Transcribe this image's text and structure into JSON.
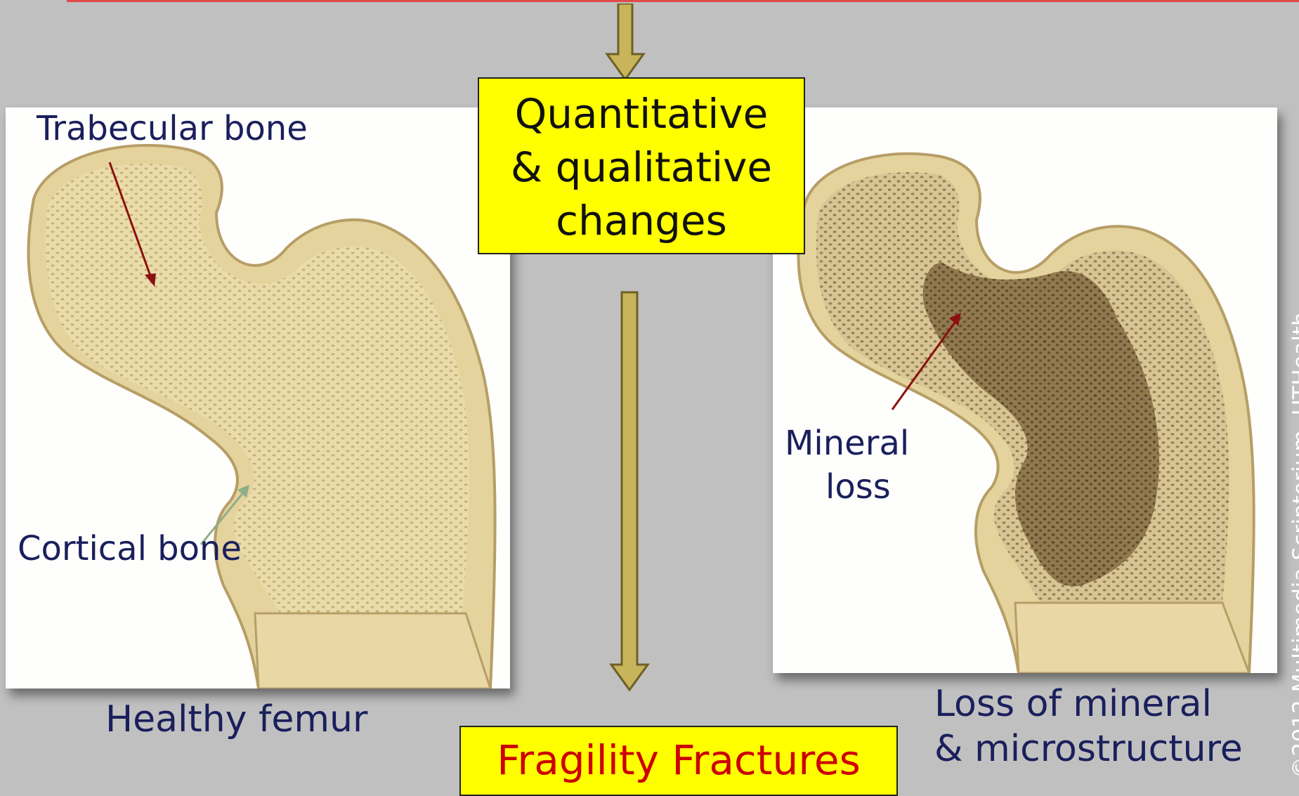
{
  "box_top": {
    "lines": [
      "Quantitative",
      "& qualitative",
      "changes"
    ]
  },
  "box_bottom": {
    "text": "Fragility Fractures"
  },
  "left_panel": {
    "labels": {
      "trabecular": "Trabecular bone",
      "cortical": "Cortical bone"
    },
    "caption": "Healthy femur"
  },
  "right_panel": {
    "labels": {
      "mineral_line1": "Mineral",
      "mineral_line2": "loss"
    },
    "caption_line1": "Loss of mineral",
    "caption_line2": "& microstructure"
  },
  "credit": "©2012 Multimedia Scriptorium, UTHealth",
  "colors": {
    "background": "#c0c0c0",
    "box_fill": "#ffff00",
    "label_text": "#1a1f5c",
    "fracture_text": "#cc0000",
    "arrow_fill": "#c8b45a",
    "bone": "#e8d9a8",
    "dark_arrow": "#8b1010",
    "green_arrow": "#8fae88"
  }
}
